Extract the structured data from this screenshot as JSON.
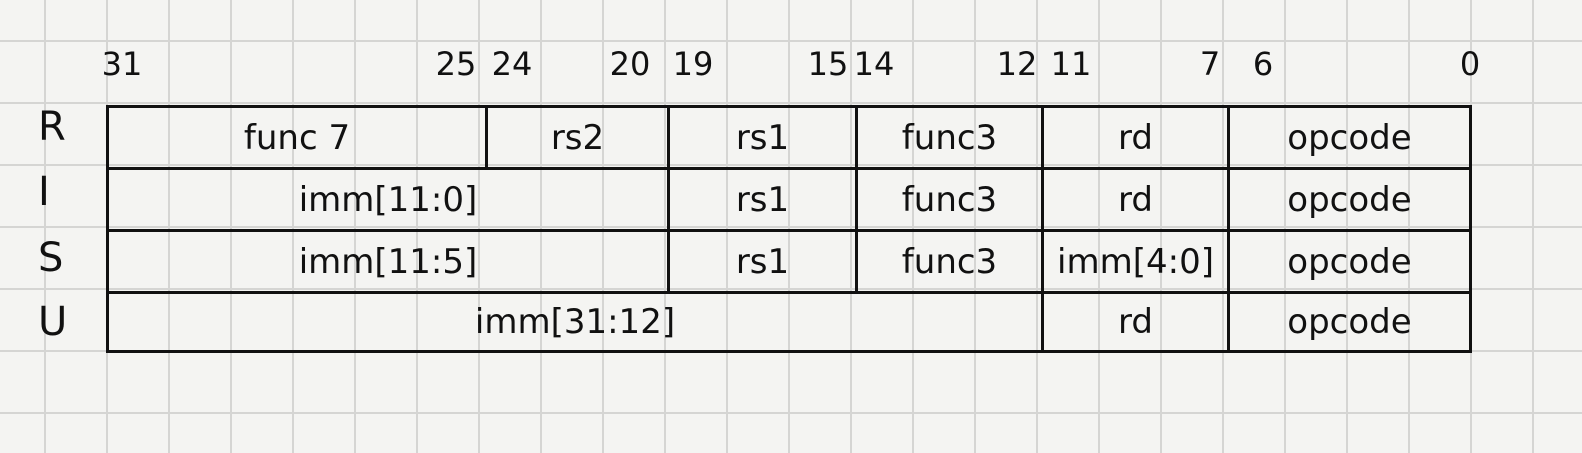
{
  "bit_positions": [
    {
      "label": "31"
    },
    {
      "label": "25"
    },
    {
      "label": "24"
    },
    {
      "label": "20"
    },
    {
      "label": "19"
    },
    {
      "label": "15"
    },
    {
      "label": "14"
    },
    {
      "label": "12"
    },
    {
      "label": "11"
    },
    {
      "label": "7"
    },
    {
      "label": "6"
    },
    {
      "label": "0"
    }
  ],
  "formats": [
    {
      "type": "R",
      "fields": [
        {
          "name": "func 7",
          "msb": 31,
          "lsb": 25
        },
        {
          "name": "rs2",
          "msb": 24,
          "lsb": 20
        },
        {
          "name": "rs1",
          "msb": 19,
          "lsb": 15
        },
        {
          "name": "func3",
          "msb": 14,
          "lsb": 12
        },
        {
          "name": "rd",
          "msb": 11,
          "lsb": 7
        },
        {
          "name": "opcode",
          "msb": 6,
          "lsb": 0
        }
      ]
    },
    {
      "type": "I",
      "fields": [
        {
          "name": "imm[11:0]",
          "msb": 31,
          "lsb": 20
        },
        {
          "name": "rs1",
          "msb": 19,
          "lsb": 15
        },
        {
          "name": "func3",
          "msb": 14,
          "lsb": 12
        },
        {
          "name": "rd",
          "msb": 11,
          "lsb": 7
        },
        {
          "name": "opcode",
          "msb": 6,
          "lsb": 0
        }
      ]
    },
    {
      "type": "S",
      "fields": [
        {
          "name": "imm[11:5]",
          "msb": 31,
          "lsb": 20
        },
        {
          "name": "rs1",
          "msb": 19,
          "lsb": 15
        },
        {
          "name": "func3",
          "msb": 14,
          "lsb": 12
        },
        {
          "name": "imm[4:0]",
          "msb": 11,
          "lsb": 7
        },
        {
          "name": "opcode",
          "msb": 6,
          "lsb": 0
        }
      ]
    },
    {
      "type": "U",
      "fields": [
        {
          "name": "imm[31:12]",
          "msb": 31,
          "lsb": 12
        },
        {
          "name": "rd",
          "msb": 11,
          "lsb": 7
        },
        {
          "name": "opcode",
          "msb": 6,
          "lsb": 0
        }
      ]
    }
  ]
}
